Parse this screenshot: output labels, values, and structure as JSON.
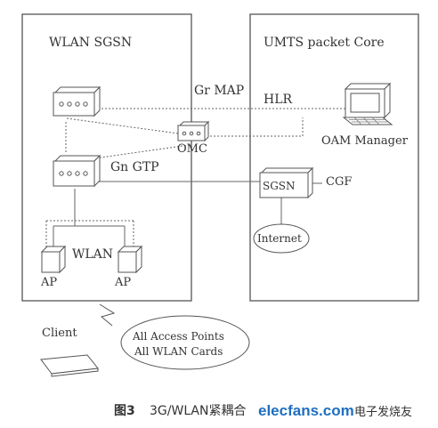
{
  "panels": {
    "left_title": "WLAN SGSN",
    "right_title": "UMTS packet Core"
  },
  "labels": {
    "gr_map": "Gr MAP",
    "hlr": "HLR",
    "omc": "OMC",
    "oam_manager": "OAM Manager",
    "gn_gtp": "Gn GTP",
    "sgsn": "SGSN",
    "cgf": "CGF",
    "internet": "Internet",
    "wlan": "WLAN",
    "ap_left": "AP",
    "ap_right": "AP",
    "client": "Client",
    "ellipse_line1": "All Access Points",
    "ellipse_line2": "All WLAN Cards"
  },
  "caption": {
    "figure": "图3",
    "text": "3G/WLAN紧耦合",
    "watermark": "elecfans.com",
    "watermark_cn": "电子发烧友"
  },
  "colors": {
    "line": "#555555",
    "text": "#333333",
    "watermark": "#1f6fc0"
  }
}
